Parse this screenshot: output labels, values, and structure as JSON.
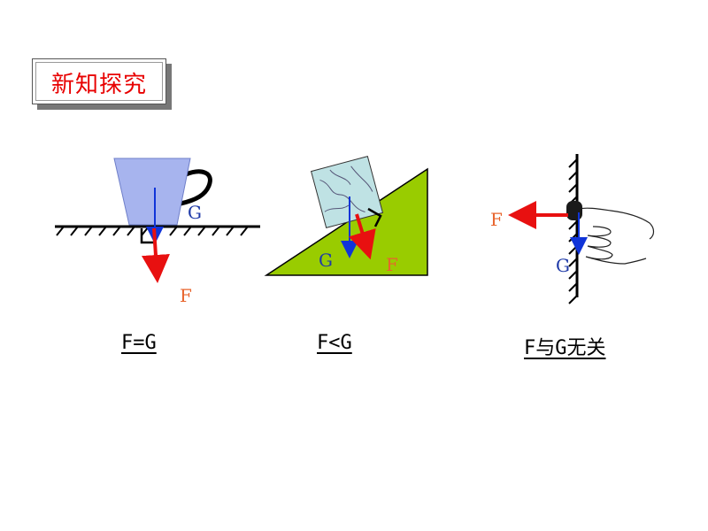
{
  "title": "新知探究",
  "colors": {
    "title": "#e80000",
    "force_arrow": "#e81010",
    "gravity_arrow": "#1034d8",
    "cup_fill": "#a7b4ee",
    "slope_fill": "#99cc00",
    "block_fill": "#bfe2e4",
    "label_f": "#e8642c",
    "label_g": "#1f3aa8"
  },
  "panels": [
    {
      "f_label": "F",
      "g_label": "G",
      "relation": "F=G"
    },
    {
      "f_label": "F",
      "g_label": "G",
      "relation": "F<G"
    },
    {
      "f_label": "F",
      "g_label": "G",
      "relation": "F与G无关"
    }
  ]
}
